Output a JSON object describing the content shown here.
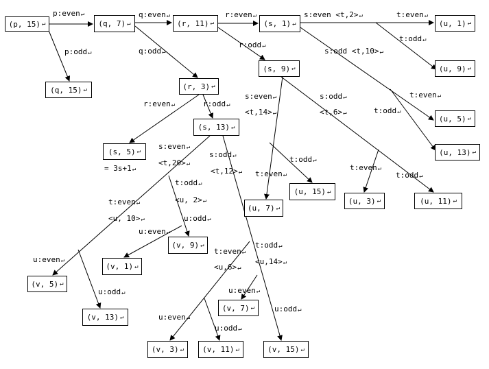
{
  "return_mark": "↵",
  "nodes": {
    "p15": "(p, 15)",
    "q7": "(q, 7)",
    "q15": "(q, 15)",
    "r11": "(r, 11)",
    "r3": "(r, 3)",
    "s1": "(s, 1)",
    "s9": "(s, 9)",
    "s5": "(s, 5)",
    "s13": "(s, 13)",
    "u1": "(u, 1)",
    "u9": "(u, 9)",
    "u5": "(u, 5)",
    "u13": "(u, 13)",
    "u15": "(u, 15)",
    "u7": "(u, 7)",
    "u3": "(u, 3)",
    "u11": "(u, 11)",
    "v9": "(v, 9)",
    "v1": "(v, 1)",
    "v5": "(v, 5)",
    "v13": "(v, 13)",
    "v7": "(v, 7)",
    "v3": "(v, 3)",
    "v11": "(v, 11)",
    "v15": "(v, 15)"
  },
  "labels": {
    "p_even": "p:even",
    "p_odd": "p:odd",
    "q_even": "q:even",
    "q_odd": "q:odd",
    "r_even_top": "r:even",
    "r_odd_top": "r:odd",
    "r_even_mid": "r:even",
    "r_odd_mid": "r:odd",
    "s_even_t2": "s:even <t,2>",
    "s_odd_t10": "s:odd <t,10>",
    "t_even_u1": "t:even",
    "t_odd_u9": "t:odd",
    "t_even_u5": "t:even",
    "t_odd_u13": "t:odd",
    "s_even_s9": "s:even",
    "t14_s9": "<t,14>",
    "s_odd_s9": "s:odd",
    "t6_s9": "<t,6>",
    "t_odd_u15": "t:odd",
    "t_even_u7": "t:even",
    "t_even_u3": "t:even",
    "t_odd_u11": "t:odd",
    "s5_note": "= 3s+1",
    "s_even_s13": "s:even",
    "t20": "<t,20>",
    "s_odd_s13": "s:odd",
    "t12": "<t,12>",
    "t_odd_u2": "t:odd",
    "u2": "<u, 2>",
    "u_odd_v9": "u:odd",
    "u_even_v1": "u:even",
    "t_even_u10": "t:even",
    "u10": "<u, 10>",
    "u_even_v5": "u:even",
    "u_odd_v13": "u:odd",
    "t_even_u6": "t:even",
    "u6": "<u,6>",
    "t_odd_u14": "t:odd",
    "u14": "<u,14>",
    "u_even_v7": "u:even",
    "u_even_v3": "u:even",
    "u_odd_v11": "u:odd",
    "u_odd_v15": "u:odd"
  }
}
